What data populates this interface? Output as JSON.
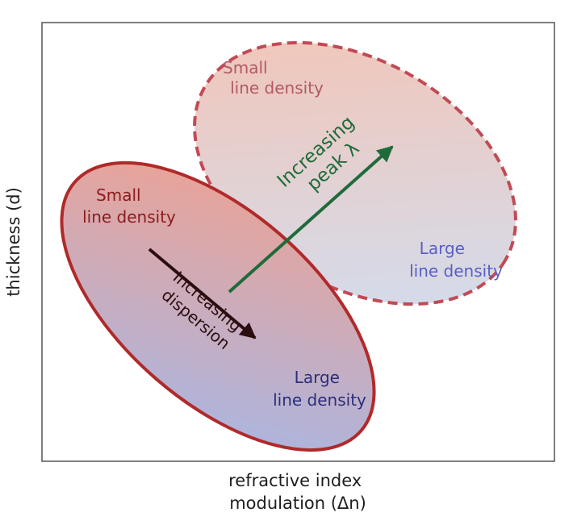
{
  "axes": {
    "x_label_line1": "refractive index",
    "x_label_line2": "modulation (Δn)",
    "y_label": "thickness (d)"
  },
  "solid_ellipse": {
    "top_label_line1": "Small",
    "top_label_line2": "line density",
    "bottom_label_line1": "Large",
    "bottom_label_line2": "line density",
    "arrow_label_line1": "Increasing",
    "arrow_label_line2": "dispersion",
    "colors": {
      "outline": "#b02a2a",
      "gradient_start": "#f3a08c",
      "gradient_end": "#a3b8ea"
    }
  },
  "dashed_ellipse": {
    "top_label_line1": "Small",
    "top_label_line2": "line density",
    "bottom_label_line1": "Large",
    "bottom_label_line2": "line density",
    "arrow_label_line1": "Increasing",
    "arrow_label_line2": "peak λ",
    "colors": {
      "outline": "#c24a55",
      "gradient_start": "#f6c3b2",
      "gradient_end": "#cfdff3"
    }
  },
  "colors": {
    "frame": "#555555",
    "dark_arrow": "#2a0e10",
    "green_arrow": "#1f6b3a",
    "small_label_solid": "#8a1c1c",
    "large_label_solid": "#2b2f7a",
    "small_label_dashed": "#b05a66",
    "large_label_dashed": "#5a5fc0"
  }
}
